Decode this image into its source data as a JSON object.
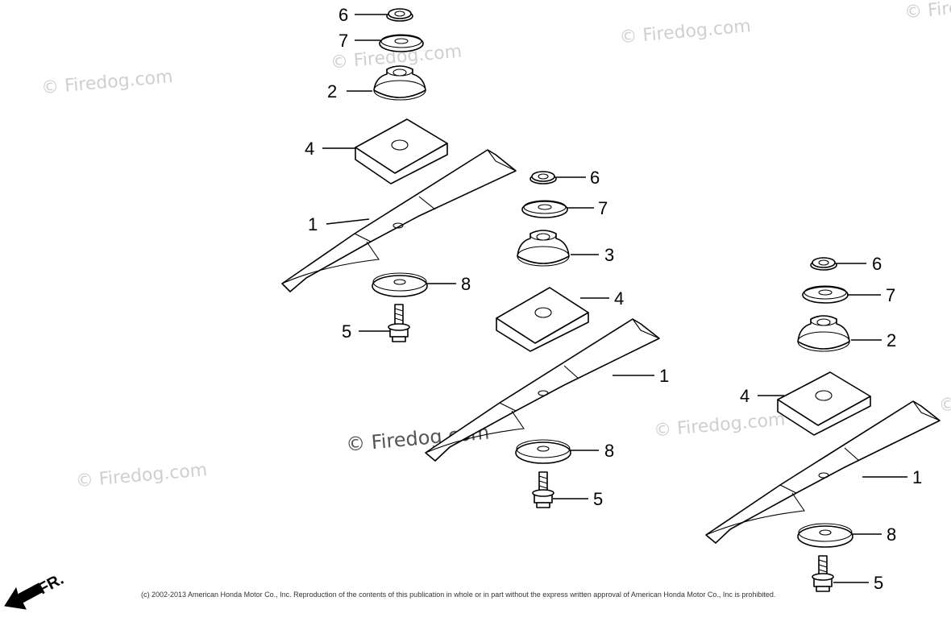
{
  "watermark_text": "© Firedog.com",
  "watermark_center_text": "© Firedog.com",
  "direction_label": "FR.",
  "copyright": "(c) 2002-2013 American Honda Motor Co., Inc. Reproduction of the contents of this publication in whole or in part without the express written approval of American Honda Motor Co., Inc is prohibited.",
  "callouts": {
    "a6": "6",
    "a7": "7",
    "a2": "2",
    "a4": "4",
    "a1": "1",
    "a8": "8",
    "a5": "5",
    "b6": "6",
    "b7": "7",
    "b3": "3",
    "b4": "4",
    "b1": "1",
    "b8": "8",
    "b5": "5",
    "c6": "6",
    "c7": "7",
    "c2": "2",
    "c4": "4",
    "c1": "1",
    "c8": "8",
    "c5": "5"
  }
}
